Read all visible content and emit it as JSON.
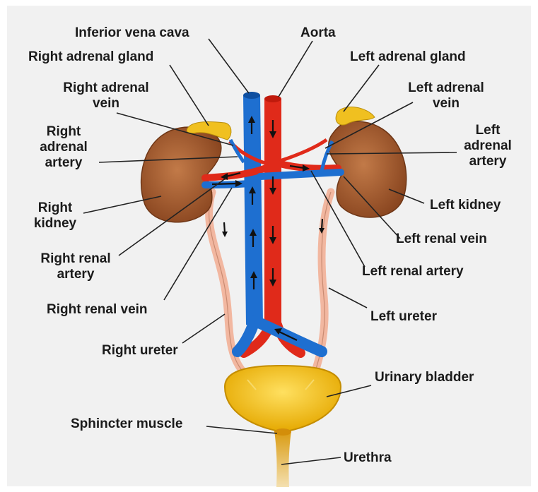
{
  "colors": {
    "vein": "#1e6fd0",
    "artery": "#e02a1a",
    "kidney": "#a65a2a",
    "adrenal": "#f0c020",
    "ureter": "#f2b7a0",
    "bladder": "#f6c21a",
    "background": "#f1f1f1"
  },
  "labels": {
    "inferior_vena_cava": "Inferior vena cava",
    "aorta": "Aorta",
    "right_adrenal_gland": "Right adrenal gland",
    "left_adrenal_gland": "Left adrenal gland",
    "right_adrenal_vein_1": "Right adrenal",
    "right_adrenal_vein_2": "vein",
    "left_adrenal_vein_1": "Left adrenal",
    "left_adrenal_vein_2": "vein",
    "right_adrenal_artery_1": "Right",
    "right_adrenal_artery_2": "adrenal",
    "right_adrenal_artery_3": "artery",
    "left_adrenal_artery_1": "Left",
    "left_adrenal_artery_2": "adrenal",
    "left_adrenal_artery_3": "artery",
    "right_kidney_1": "Right",
    "right_kidney_2": "kidney",
    "left_kidney": "Left kidney",
    "left_renal_vein": "Left renal vein",
    "right_renal_artery_1": "Right renal",
    "right_renal_artery_2": "artery",
    "left_renal_artery": "Left renal artery",
    "right_renal_vein": "Right renal vein",
    "left_ureter": "Left ureter",
    "right_ureter": "Right ureter",
    "urinary_bladder": "Urinary bladder",
    "sphincter_muscle": "Sphincter muscle",
    "urethra": "Urethra"
  }
}
